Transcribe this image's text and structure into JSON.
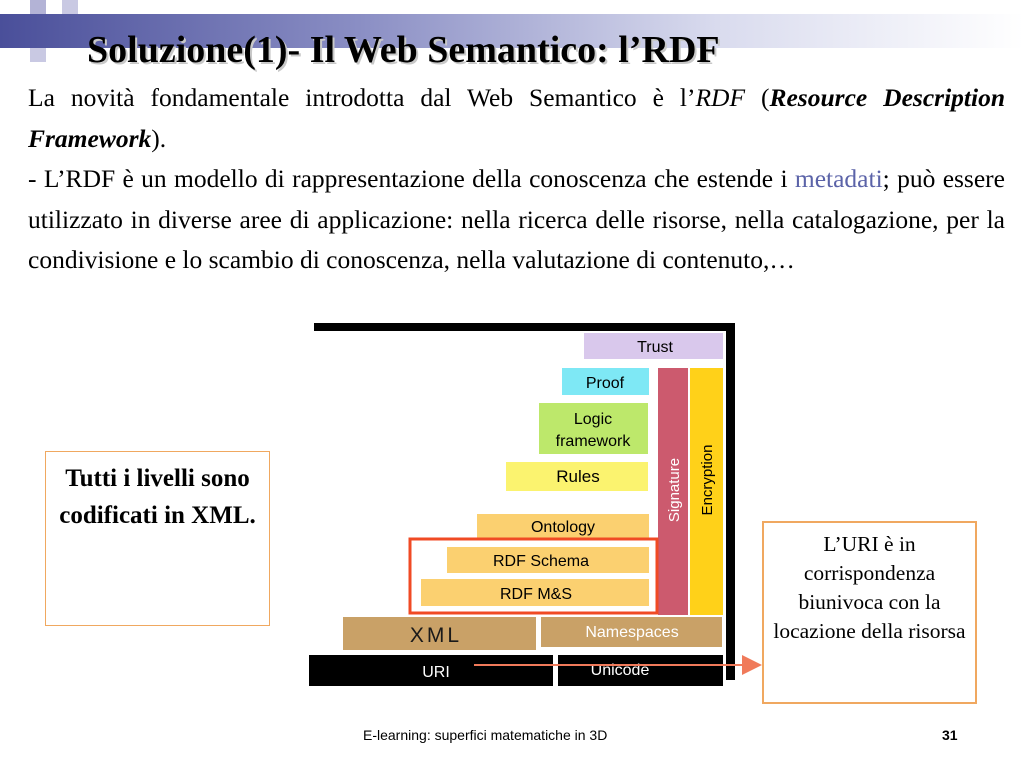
{
  "slide": {
    "title": "Soluzione(1)- Il Web Semantico: l’RDF",
    "para1_pre": "La novità fondamentale introdotta dal Web Semantico è l’",
    "para1_rdf": "RDF",
    "para1_open": "(",
    "para1_bold": "Resource Description Framework",
    "para1_close": ").",
    "para2_pre": "- L’RDF è un modello di rappresentazione della conoscenza che estende i ",
    "para2_link": "metadati",
    "para2_post": "; può essere utilizzato in diverse aree di applicazione: nella ricerca delle risorse, nella catalogazione, per la condivisione e lo scambio di conoscenza, nella valutazione di contenuto,…",
    "note_left": "Tutti i livelli sono codificati in XML.",
    "note_right": "L’URI è in corrispondenza biunivoca con la locazione della risorsa"
  },
  "diagram": {
    "layers": {
      "trust": "Trust",
      "proof": "Proof",
      "logic_line1": "Logic",
      "logic_line2": "framework",
      "rules": "Rules",
      "ontology": "Ontology",
      "rdf_schema": "RDF Schema",
      "rdf_ms": "RDF M&S",
      "xml": "XML",
      "namespaces": "Namespaces",
      "uri": "URI",
      "unicode": "Unicode",
      "signature": "Signature",
      "encryption": "Encryption"
    },
    "colors": {
      "trust": "#d9c8ec",
      "proof": "#7ee8f5",
      "logic": "#bde86b",
      "rules": "#fbf36f",
      "ontology": "#fbd070",
      "rdf": "#fbd070",
      "xml": "#c9a167",
      "namespaces": "#c9a167",
      "signature": "#cc5a6e",
      "encryption": "#ffd119",
      "highlight": "#f04a24"
    }
  },
  "footer": {
    "text": "E-learning: superfici matematiche in 3D",
    "page": "31"
  }
}
